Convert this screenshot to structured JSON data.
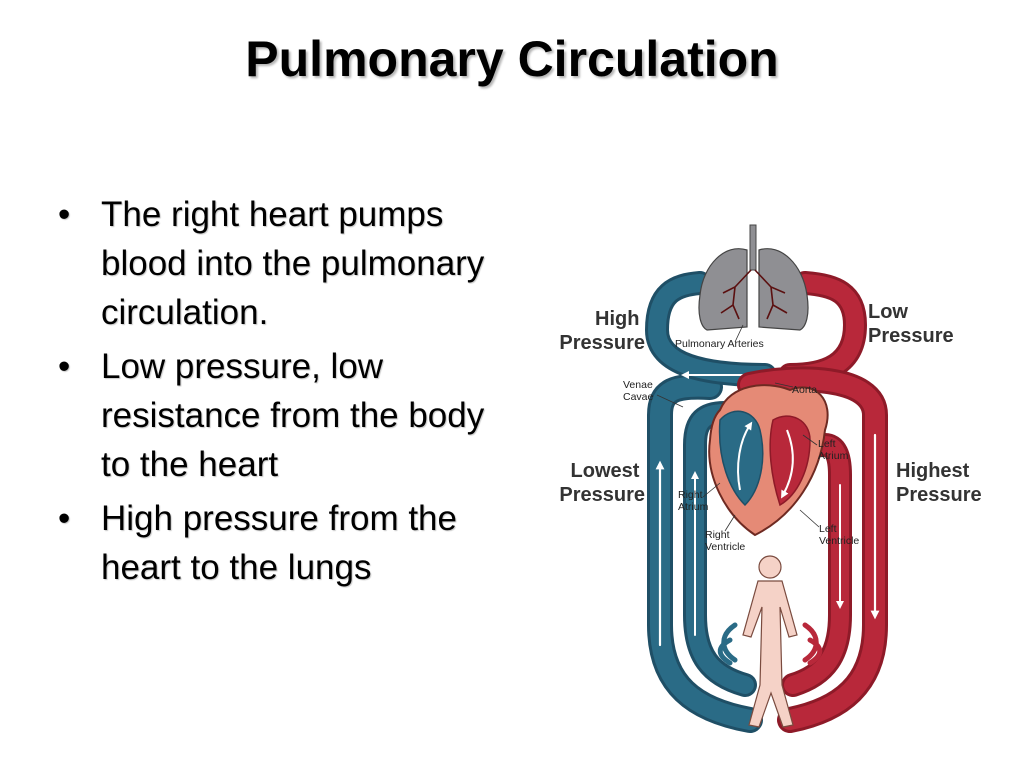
{
  "slide": {
    "title": "Pulmonary Circulation",
    "bullets": [
      {
        "text": "The right heart pumps blood into the pulmonary circulation."
      },
      {
        "text": "Low pressure, low resistance from the body to the heart"
      },
      {
        "text": "High pressure from the heart to the lungs"
      }
    ],
    "bullet_glyph": "•"
  },
  "diagram": {
    "labels": {
      "high_pressure": [
        "High",
        "Pressure"
      ],
      "low_pressure": [
        "Low",
        "Pressure"
      ],
      "lowest_pressure": [
        "Lowest",
        "Pressure"
      ],
      "highest_pressure": [
        "Highest",
        "Pressure"
      ],
      "pulmonary_arteries": "Pulmonary Arteries",
      "aorta": "Aorta",
      "venae_cavae": [
        "Venae",
        "Cavae"
      ],
      "left_atrium": [
        "Left",
        "Atrium"
      ],
      "right_atrium": [
        "Right",
        "Atrium"
      ],
      "right_ventricle": [
        "Right",
        "Ventricle"
      ],
      "left_ventricle": [
        "Left",
        "Ventricle"
      ]
    },
    "colors": {
      "deoxygenated": "#2a6b86",
      "oxygenated": "#b8283a",
      "lungs": "#8f8f93",
      "heart": "#e58a76",
      "body": "#f5d2c7"
    }
  }
}
